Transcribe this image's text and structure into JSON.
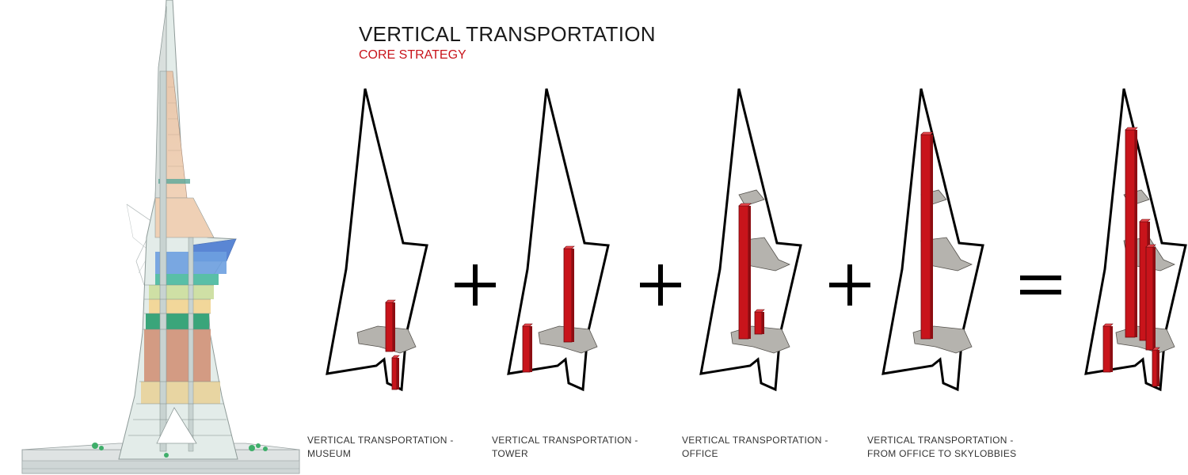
{
  "header": {
    "title": "VERTICAL TRANSPORTATION",
    "subtitle": "CORE STRATEGY"
  },
  "captions": [
    {
      "line1": "VERTICAL TRANSPORTATION -",
      "line2": "MUSEUM"
    },
    {
      "line1": "VERTICAL TRANSPORTATION -",
      "line2": "TOWER"
    },
    {
      "line1": "VERTICAL TRANSPORTATION -",
      "line2": "OFFICE"
    },
    {
      "line1": "VERTICAL TRANSPORTATION -",
      "line2": "FROM OFFICE TO SKYLOBBIES"
    }
  ],
  "operators": [
    "+",
    "+",
    "+",
    "="
  ],
  "colors": {
    "core_red": "#c8141b",
    "floor_grey": "#b5b3ae",
    "outline": "#000000",
    "subtitle": "#c8141b"
  }
}
